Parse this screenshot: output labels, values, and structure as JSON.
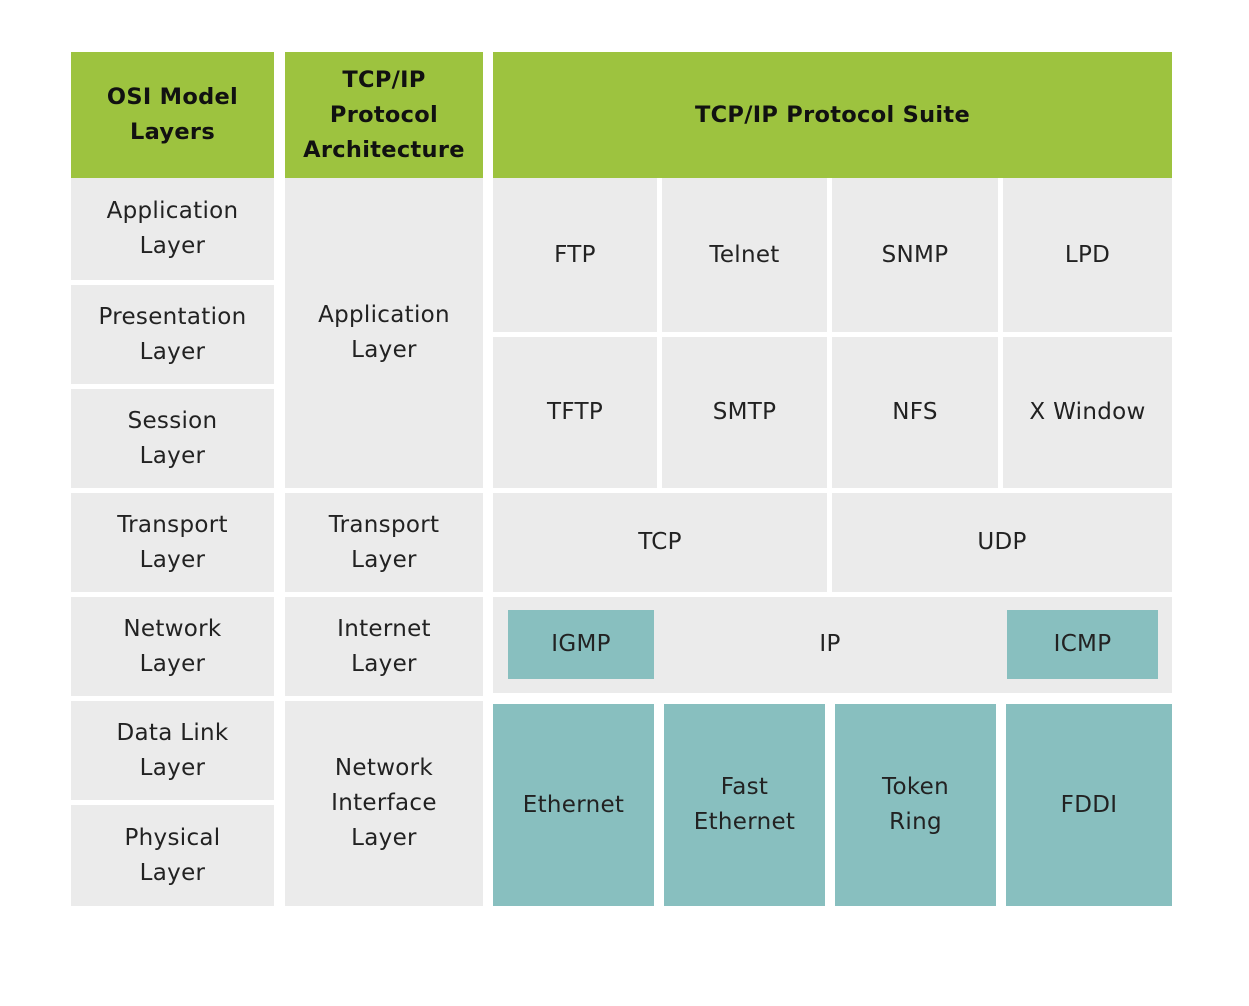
{
  "colors": {
    "header_green": "#9dc33f",
    "cell_gray": "#ebebeb",
    "protocol_teal": "#88bfbf"
  },
  "headers": {
    "osi": "OSI Model\nLayers",
    "tcpip_architecture": "TCP/IP\nProtocol\nArchitecture",
    "suite": "TCP/IP Protocol Suite"
  },
  "osi_layers": [
    "Application\nLayer",
    "Presentation\nLayer",
    "Session\nLayer",
    "Transport\nLayer",
    "Network\nLayer",
    "Data Link\nLayer",
    "Physical\nLayer"
  ],
  "tcpip_layers": [
    "Application\nLayer",
    "Transport\nLayer",
    "Internet\nLayer",
    "Network\nInterface\nLayer"
  ],
  "suite": {
    "application_row1": [
      "FTP",
      "Telnet",
      "SNMP",
      "LPD"
    ],
    "application_row2": [
      "TFTP",
      "SMTP",
      "NFS",
      "X Window"
    ],
    "transport": [
      "TCP",
      "UDP"
    ],
    "internet": {
      "left": "IGMP",
      "center": "IP",
      "right": "ICMP"
    },
    "network_interface": [
      "Ethernet",
      "Fast\nEthernet",
      "Token\nRing",
      "FDDI"
    ]
  }
}
